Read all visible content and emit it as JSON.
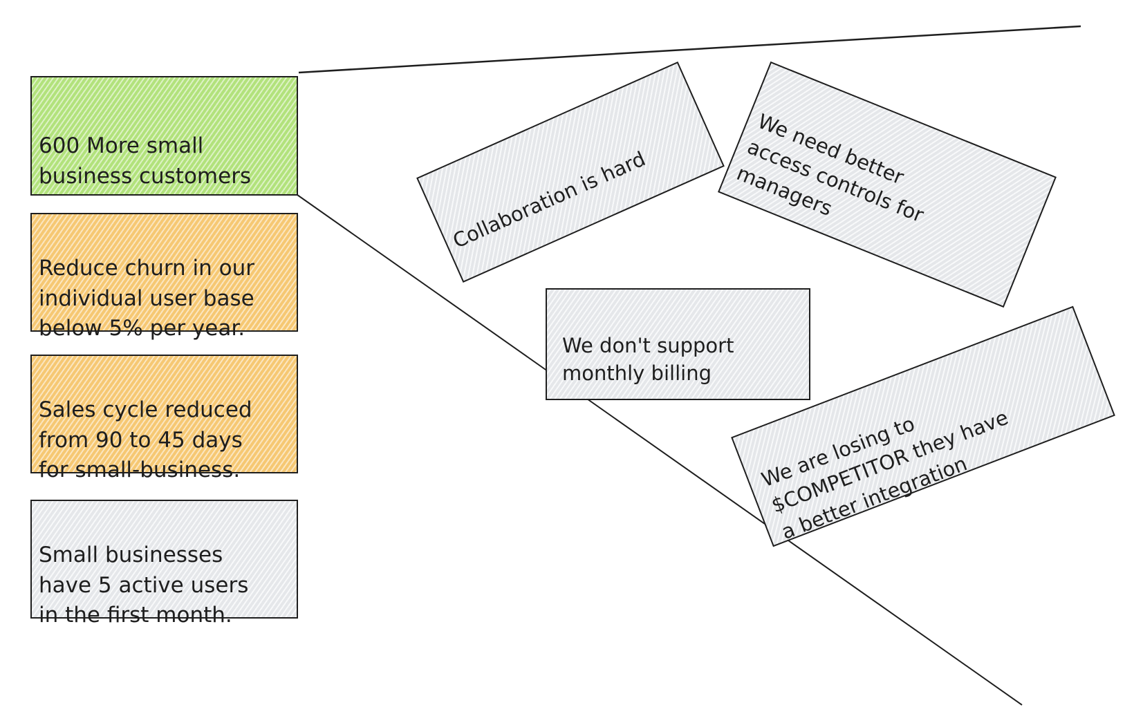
{
  "outcomes": [
    {
      "text": "600 More small\nbusiness customers",
      "color": "#b2e27c"
    },
    {
      "text": "Reduce churn in our\nindividual user base\nbelow 5% per year.",
      "color": "#f6c873"
    },
    {
      "text": "Sales cycle reduced\nfrom 90 to 45 days\nfor small-business.",
      "color": "#f6c873"
    },
    {
      "text": "Small businesses\nhave 5 active users\nin the first month.",
      "color": "#e5e7ea"
    }
  ],
  "opportunities": [
    {
      "text": "Collaboration is hard"
    },
    {
      "text": "We need better\naccess controls for\nmanagers"
    },
    {
      "text": "We don't support\nmonthly billing"
    },
    {
      "text": "We are losing to\n$COMPETITOR they have\na better integration"
    }
  ]
}
